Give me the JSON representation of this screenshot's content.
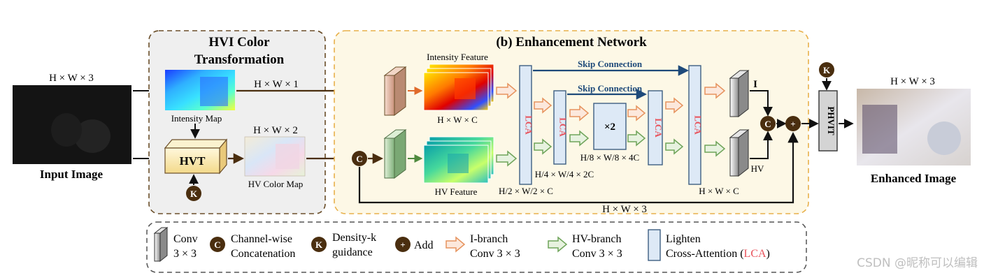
{
  "input": {
    "dims": "H × W × 3",
    "label": "Input Image"
  },
  "hvi": {
    "title_line1": "HVI Color",
    "title_line2": "Transformation",
    "intensity_map": "Intensity Map",
    "hvt": "HVT",
    "k": "K",
    "dims_intensity": "H × W × 1",
    "dims_hv": "H × W × 2",
    "hv_color_map": "HV Color Map"
  },
  "enhance": {
    "title": "(b) Enhancement Network",
    "intensity_feature": "Intensity Feature",
    "hv_feature": "HV Feature",
    "c": "C",
    "dims_hwc_top": "H × W × C",
    "skip1": "Skip Connection",
    "skip2": "Skip Connection",
    "lca": "LCA",
    "x2": "×2",
    "dims_h2": "H/2 × W/2 × C",
    "dims_h4": "H/4 × W/4 × 2C",
    "dims_h8": "H/8 × W/8 × 4C",
    "dims_hwc_out": "H × W × C",
    "i_label": "I",
    "hv_label": "HV",
    "plus": "+",
    "dims_bottom": "H × W × 3"
  },
  "output": {
    "k": "K",
    "phvit": "PHVIT",
    "dims": "H × W × 3",
    "label": "Enhanced Image"
  },
  "legend": {
    "conv_l1": "Conv",
    "conv_l2": "3 × 3",
    "concat_l1": "Channel-wise",
    "concat_l2": "Concatenation",
    "density_l1": "Density-k",
    "density_l2": "guidance",
    "add": "Add",
    "ibranch_l1": "I-branch",
    "ibranch_l2": "Conv 3 × 3",
    "hvbranch_l1": "HV-branch",
    "hvbranch_l2": "Conv 3 × 3",
    "lighten_l1": "Lighten",
    "lighten_l2a": "Cross-Attention (",
    "lighten_l2b": "LCA",
    "lighten_l2c": ")",
    "c": "C",
    "k": "K",
    "plus": "+"
  },
  "watermark": "CSDN @昵称可以编辑",
  "colors": {
    "dark_brown": "#4a2e0f",
    "hvi_bg": "#efefef",
    "enh_bg": "#fdf8e6",
    "orange_dash": "#e8b04a",
    "lca_fill": "#dde9f6",
    "lca_stroke": "#3e5f82",
    "skip_blue": "#1e4a7a",
    "i_arrow": "#e6935e",
    "hv_arrow": "#6fa45a",
    "lca_text": "#e8515a"
  }
}
